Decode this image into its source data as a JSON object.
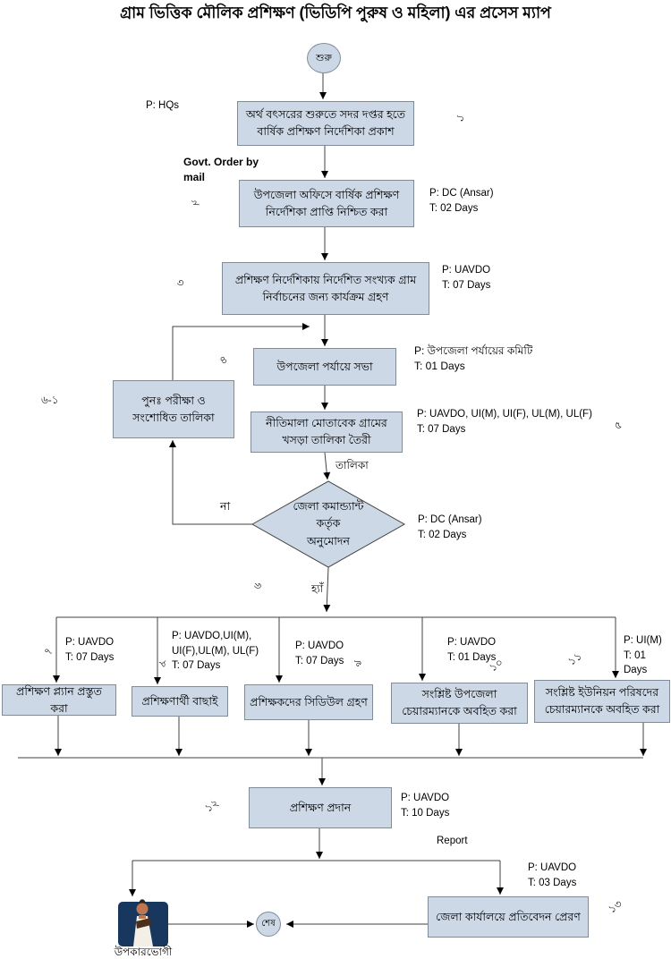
{
  "title": "গ্রাম ভিত্তিক মৌলিক প্রশিক্ষণ (ভিডিপি পুরুষ ও মহিলা) এর প্রসেস ম্যাপ",
  "colors": {
    "box_fill": "#ccd8e6",
    "box_border": "#7f8c99",
    "line": "#404040",
    "arrow": "#000000",
    "person_bg": "#17375e",
    "text": "#000000",
    "background": "#ffffff"
  },
  "terminals": {
    "start": "শুরু",
    "end": "শেষ"
  },
  "steps": {
    "s1": {
      "num": "১",
      "label": "অর্থ বৎসরের শুরুতে সদর দপ্তর হতে বার্ষিক প্রশিক্ষণ নির্দেশিকা প্রকাশ",
      "annotation": "P: HQs"
    },
    "s2": {
      "num": "২",
      "label": "উপজেলা অফিসে বার্ষিক প্রশিক্ষণ নির্দেশিকা প্রাপ্তি নিশ্চিত করা",
      "annotation": "P: DC (Ansar)\nT: 02 Days"
    },
    "s3": {
      "num": "৩",
      "label": "প্রশিক্ষণ নির্দেশিকায় নির্দেশিত সংখ্যক গ্রাম নির্বাচনের জন্য কার্যক্রম গ্রহণ",
      "annotation": "P: UAVDO\nT: 07 Days"
    },
    "s4": {
      "num": "৪",
      "label": "উপজেলা পর্যায়ে  সভা",
      "annotation": "P: উপজেলা পর্যায়ের কমিটি\nT: 01 Days"
    },
    "s5": {
      "num": "৫",
      "label": "নীতিমালা মোতাবেক গ্রামের খসড়া তালিকা তৈরী",
      "annotation": "P: UAVDO, UI(M), UI(F), UL(M), UL(F)\nT: 07 Days"
    },
    "s6": {
      "num": "৬",
      "label": "জেলা কমান্ড্যান্ট\nকর্তৃক\nঅনুমোদন",
      "annotation": "P: DC (Ansar)\nT: 02 Days"
    },
    "s6_1": {
      "num": "৬-১",
      "label": "পুনঃ পরীক্ষা ও সংশোধিত তালিকা"
    },
    "s7": {
      "num": "৭",
      "label": "প্রশিক্ষণ প্ল্যান প্রস্তুত করা",
      "annotation": "P: UAVDO\nT: 07 Days"
    },
    "s8": {
      "num": "৮",
      "label": "প্রশিক্ষণার্থী বাছাই",
      "annotation": "P:   UAVDO,UI(M),\nUI(F),UL(M), UL(F)\nT: 07 Days"
    },
    "s9": {
      "num": "৯",
      "label": "প্রশিক্ষকদের সিডিউল গ্রহণ",
      "annotation": "P: UAVDO\nT: 07 Days"
    },
    "s10": {
      "num": "১০",
      "label": "সংশ্লিষ্ট উপজেলা চেয়ারম্যানকে অবহিত করা",
      "annotation": "P: UAVDO\nT: 01 Days"
    },
    "s11": {
      "num": "১১",
      "label": "সংশ্লিষ্ট ইউনিয়ন পরিষদের চেয়ারম্যানকে অবহিত করা",
      "annotation": "P: UI(M)\nT: 01 Days"
    },
    "s12": {
      "num": "১২",
      "label": "প্রশিক্ষণ প্রদান",
      "annotation": "P: UAVDO\nT: 10 Days"
    },
    "s13": {
      "num": "১৩",
      "label": "জেলা কার্যালয়ে প্রতিবেদন প্রেরণ",
      "annotation": "P: UAVDO\nT: 03 Days"
    }
  },
  "edge_labels": {
    "govt_order": "Govt. Order by\nmail",
    "talika": "তালিকা",
    "no": "না",
    "yes": "হ্যাঁ",
    "report": "Report"
  },
  "beneficiary_label": "উপকারভোগী"
}
